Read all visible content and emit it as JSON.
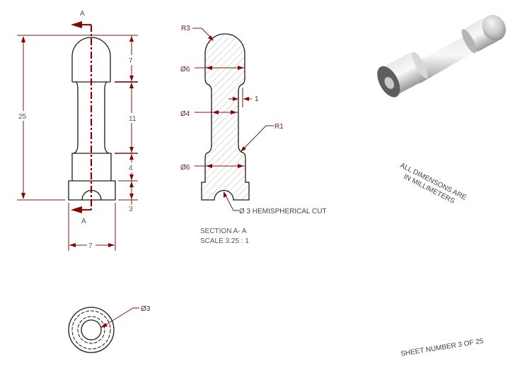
{
  "front_view": {
    "section_mark_top": "A",
    "section_mark_bottom": "A",
    "overall_height": "25",
    "dims_right": [
      "7",
      "11",
      "4",
      "3"
    ],
    "bottom_width": "7"
  },
  "section_view": {
    "r_top": "R3",
    "dia_head": "Ø6",
    "dia_shank": "Ø4",
    "step": "1",
    "r_fillet": "R1",
    "dia_base": "Ø6",
    "cut_note": "Ø 3 HEMISPHERICAL CUT",
    "title": "SECTION  A- A",
    "scale": "SCALE 3.25 : 1"
  },
  "bottom_view": {
    "dia": "Ø3"
  },
  "notes": {
    "units_line1": "ALL DIMENSONS ARE",
    "units_line2": "IN MILLIMETERS",
    "sheet": "SHEET NUMBER  3  OF  25"
  },
  "colors": {
    "dimension": "#8b0000",
    "object": "#1a1a1a",
    "hatch": "#b0b0b0"
  }
}
